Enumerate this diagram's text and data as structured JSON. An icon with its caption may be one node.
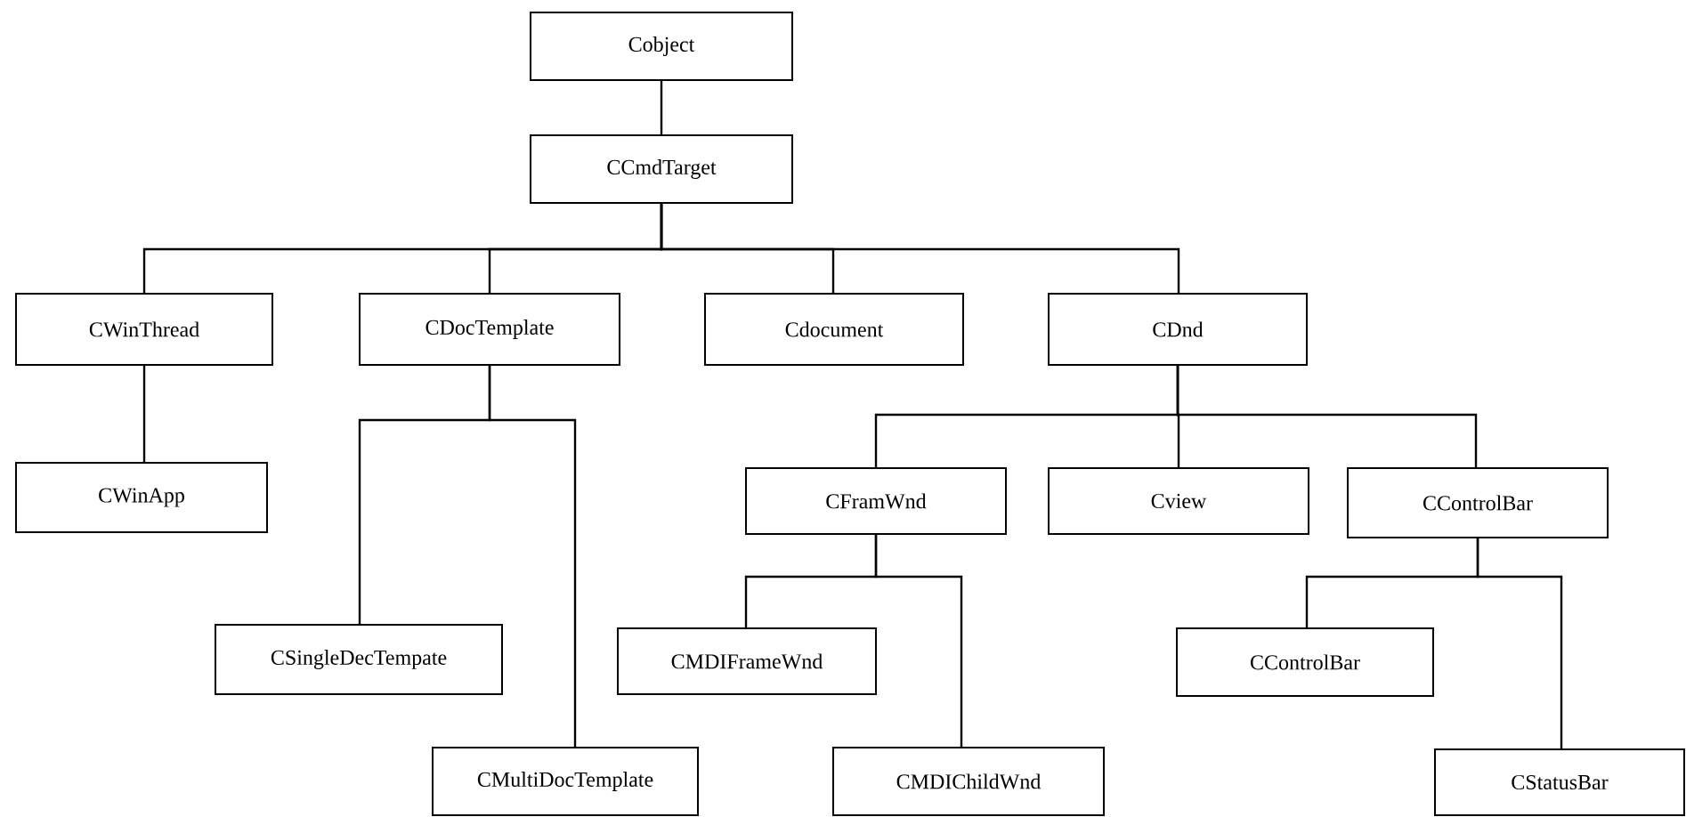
{
  "diagram": {
    "nodes": [
      {
        "text": [
          "Cobject"
        ]
      },
      {
        "text": [
          "CCmdTarget"
        ]
      },
      {
        "text": [
          "CWinThread"
        ]
      },
      {
        "text": [
          "CDocTemplate"
        ]
      },
      {
        "text": [
          "Cdocument"
        ]
      },
      {
        "text": [
          "CDnd"
        ]
      },
      {
        "text": [
          "CWinApp"
        ]
      },
      {
        "text": [
          "CSingleDecTempate"
        ]
      },
      {
        "text": [
          "CMultiDocTemplate"
        ]
      },
      {
        "text": [
          "CFramWnd"
        ]
      },
      {
        "text": [
          "Cview"
        ]
      },
      {
        "text": [
          "CControlBar"
        ]
      },
      {
        "text": [
          "CMDIFrameWnd"
        ]
      },
      {
        "text": [
          "CMDIChildWnd"
        ]
      },
      {
        "text": [
          "CControlBar"
        ]
      },
      {
        "text": [
          "CStatusBar"
        ]
      }
    ],
    "edges": [
      {
        "from": 0,
        "to": 1,
        "arrow": "none"
      },
      {
        "from": 1,
        "to": 2,
        "arrow": "none"
      },
      {
        "from": 1,
        "to": 3,
        "arrow": "none"
      },
      {
        "from": 1,
        "to": 4,
        "arrow": "none"
      },
      {
        "from": 1,
        "to": 5,
        "arrow": "none"
      },
      {
        "from": 2,
        "to": 6,
        "arrow": "none"
      },
      {
        "from": 3,
        "to": 7,
        "arrow": "none"
      },
      {
        "from": 3,
        "to": 8,
        "arrow": "none"
      },
      {
        "from": 5,
        "to": 9,
        "arrow": "none"
      },
      {
        "from": 5,
        "to": 10,
        "arrow": "none"
      },
      {
        "from": 5,
        "to": 11,
        "arrow": "none"
      },
      {
        "from": 9,
        "to": 12,
        "arrow": "none"
      },
      {
        "from": 9,
        "to": 13,
        "arrow": "none"
      },
      {
        "from": 11,
        "to": 14,
        "arrow": "none"
      },
      {
        "from": 11,
        "to": 15,
        "arrow": "none"
      }
    ]
  }
}
